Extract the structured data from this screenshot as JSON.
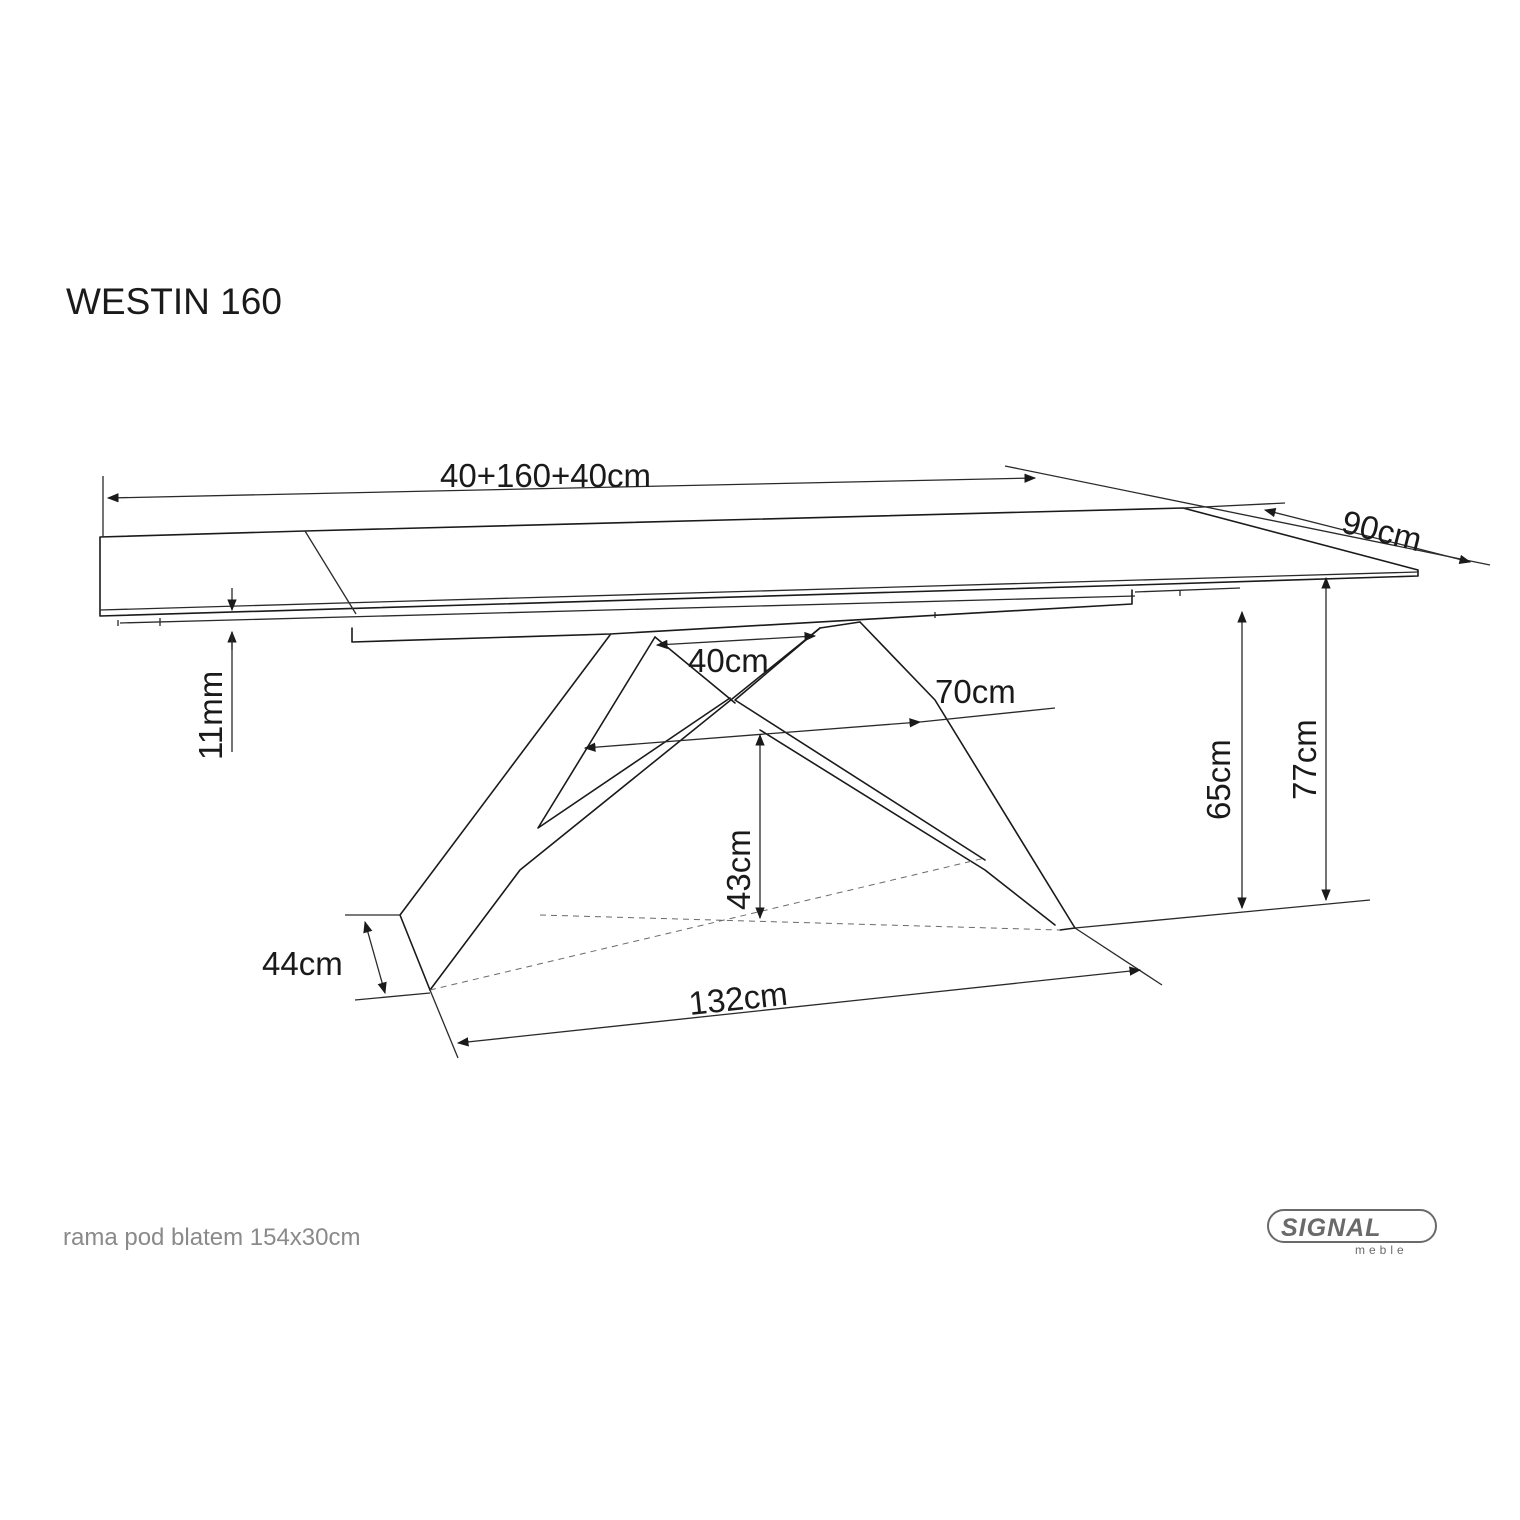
{
  "title": "WESTIN 160",
  "footnote": "rama pod blatem 154x30cm",
  "dimensions": {
    "total_length": "40+160+40cm",
    "depth": "90cm",
    "top_thickness": "11mm",
    "leg_spacing_top": "40cm",
    "leg_spread_mid": "70cm",
    "frame_height": "65cm",
    "table_height": "77cm",
    "cross_height": "43cm",
    "foot_depth": "44cm",
    "foot_span": "132cm"
  },
  "logo": {
    "brand": "SIGNAL",
    "subtitle": "meble"
  },
  "colors": {
    "line": "#1a1a1a",
    "note": "#8a8a8a",
    "logo": "#6a6a6a"
  }
}
